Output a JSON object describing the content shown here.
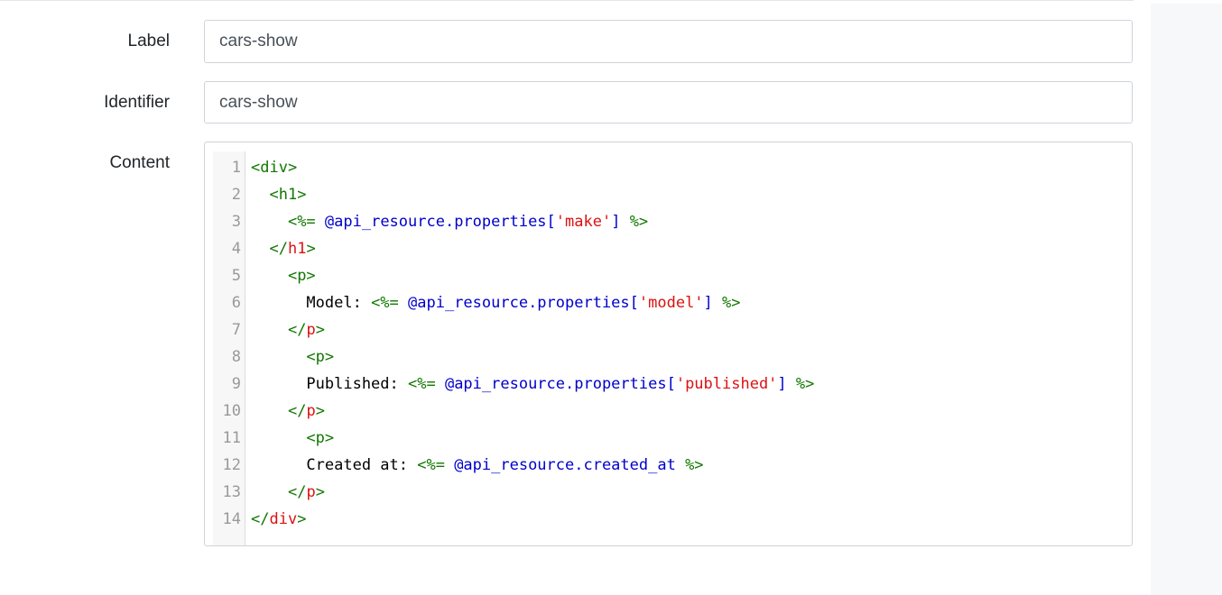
{
  "form": {
    "label": {
      "caption": "Label",
      "value": "cars-show"
    },
    "identifier": {
      "caption": "Identifier",
      "value": "cars-show"
    },
    "content": {
      "caption": "Content",
      "line_numbers": [
        "1",
        "2",
        "3",
        "4",
        "5",
        "6",
        "7",
        "8",
        "9",
        "10",
        "11",
        "12",
        "13",
        "14"
      ],
      "lines": [
        [
          {
            "t": "<div>",
            "c": "green"
          }
        ],
        [
          {
            "t": "  ",
            "c": "black"
          },
          {
            "t": "<h1>",
            "c": "green"
          }
        ],
        [
          {
            "t": "    ",
            "c": "black"
          },
          {
            "t": "<%=",
            "c": "green"
          },
          {
            "t": " @api_resource.properties[",
            "c": "blue"
          },
          {
            "t": "'make'",
            "c": "string"
          },
          {
            "t": "]",
            "c": "blue"
          },
          {
            "t": " %>",
            "c": "green"
          }
        ],
        [
          {
            "t": "  ",
            "c": "black"
          },
          {
            "t": "</",
            "c": "green"
          },
          {
            "t": "h1",
            "c": "red"
          },
          {
            "t": ">",
            "c": "green"
          }
        ],
        [
          {
            "t": "    ",
            "c": "black"
          },
          {
            "t": "<p>",
            "c": "green"
          }
        ],
        [
          {
            "t": "      Model: ",
            "c": "black"
          },
          {
            "t": "<%=",
            "c": "green"
          },
          {
            "t": " @api_resource.properties[",
            "c": "blue"
          },
          {
            "t": "'model'",
            "c": "string"
          },
          {
            "t": "]",
            "c": "blue"
          },
          {
            "t": " %>",
            "c": "green"
          }
        ],
        [
          {
            "t": "    ",
            "c": "black"
          },
          {
            "t": "</",
            "c": "green"
          },
          {
            "t": "p",
            "c": "red"
          },
          {
            "t": ">",
            "c": "green"
          }
        ],
        [
          {
            "t": "      ",
            "c": "black"
          },
          {
            "t": "<p>",
            "c": "green"
          }
        ],
        [
          {
            "t": "      Published: ",
            "c": "black"
          },
          {
            "t": "<%=",
            "c": "green"
          },
          {
            "t": " @api_resource.properties[",
            "c": "blue"
          },
          {
            "t": "'published'",
            "c": "string"
          },
          {
            "t": "]",
            "c": "blue"
          },
          {
            "t": " %>",
            "c": "green"
          }
        ],
        [
          {
            "t": "    ",
            "c": "black"
          },
          {
            "t": "</",
            "c": "green"
          },
          {
            "t": "p",
            "c": "red"
          },
          {
            "t": ">",
            "c": "green"
          }
        ],
        [
          {
            "t": "      ",
            "c": "black"
          },
          {
            "t": "<p>",
            "c": "green"
          }
        ],
        [
          {
            "t": "      Created at: ",
            "c": "black"
          },
          {
            "t": "<%=",
            "c": "green"
          },
          {
            "t": " @api_resource.created_at",
            "c": "blue"
          },
          {
            "t": " %>",
            "c": "green"
          }
        ],
        [
          {
            "t": "    ",
            "c": "black"
          },
          {
            "t": "</",
            "c": "green"
          },
          {
            "t": "p",
            "c": "red"
          },
          {
            "t": ">",
            "c": "green"
          }
        ],
        [
          {
            "t": "</",
            "c": "green"
          },
          {
            "t": "div",
            "c": "red"
          },
          {
            "t": ">",
            "c": "green"
          }
        ]
      ]
    }
  },
  "colors": {
    "tag_green": "#117700",
    "tag_red": "#dd1111",
    "ruby_blue": "#0000cc",
    "string_red": "#dd1111",
    "input_border": "#ced4da",
    "side_panel_bg": "#f7f8fa"
  }
}
